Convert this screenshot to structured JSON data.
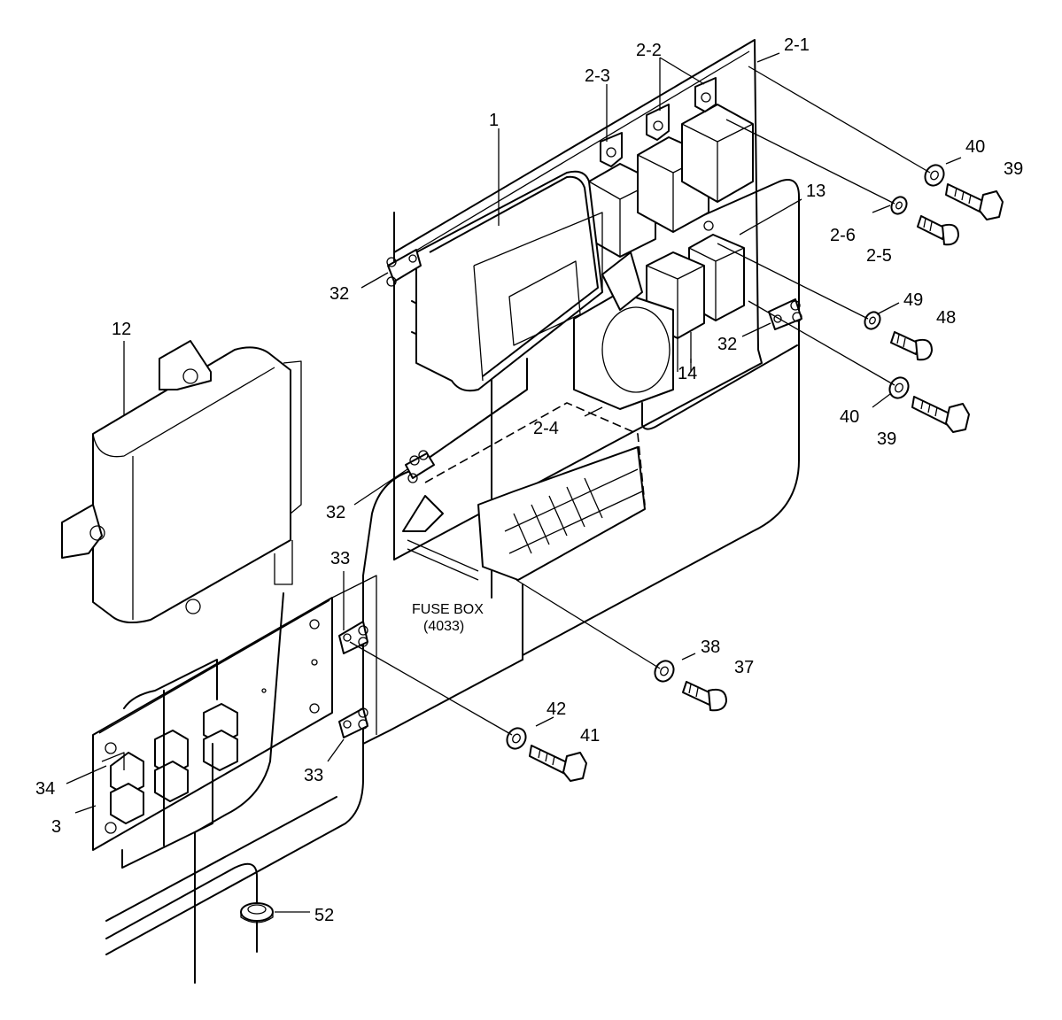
{
  "labels": {
    "l_2_1": "2-1",
    "l_2_2": "2-2",
    "l_2_3": "2-3",
    "l_1": "1",
    "l_40a": "40",
    "l_39a": "39",
    "l_13": "13",
    "l_2_6": "2-6",
    "l_2_5": "2-5",
    "l_32a": "32",
    "l_49": "49",
    "l_48": "48",
    "l_32b": "32",
    "l_14": "14",
    "l_40b": "40",
    "l_39b": "39",
    "l_2_4": "2-4",
    "l_12": "12",
    "l_32c": "32",
    "l_33a": "33",
    "l_38": "38",
    "l_37": "37",
    "l_42": "42",
    "l_41": "41",
    "l_33b": "33",
    "l_34": "34",
    "l_3": "3",
    "l_52": "52",
    "fuse_box": "FUSE BOX",
    "fuse_code": "(4033)"
  }
}
